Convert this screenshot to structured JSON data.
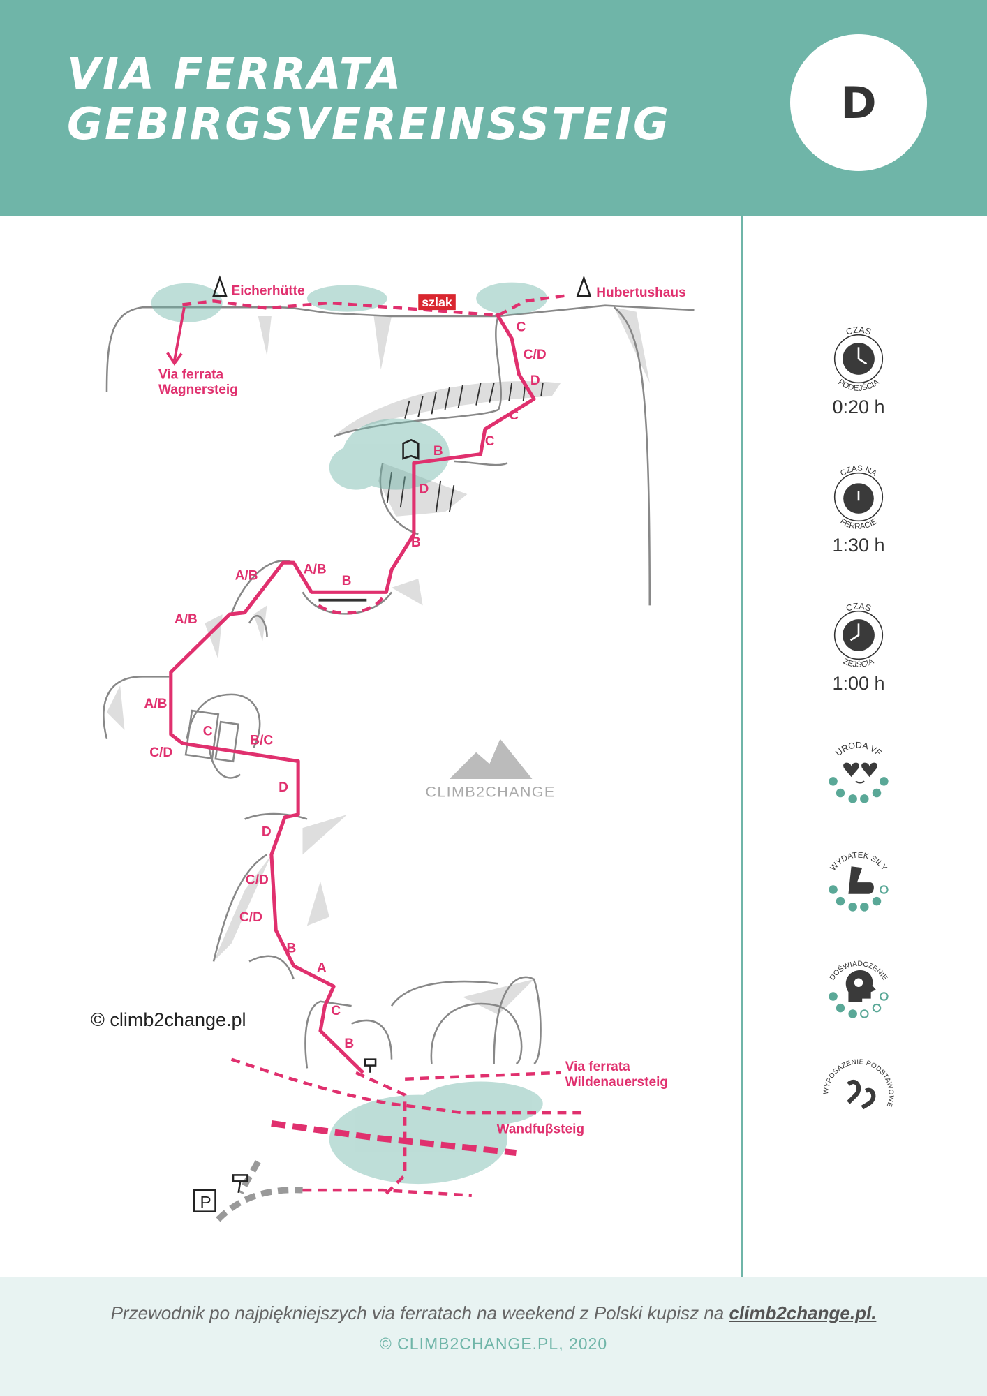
{
  "header": {
    "title_line1": "VIA FERRATA",
    "title_line2": "GEBIRGSVEREINSSTEIG",
    "grade": "D"
  },
  "colors": {
    "accent": "#6fb5a8",
    "route": "#e0306e",
    "rock": "#dedede"
  },
  "sidebar": {
    "approach": {
      "icon_text": [
        "CZAS",
        "PODEJŚCIA"
      ],
      "value": "0:20 h"
    },
    "ferrata": {
      "icon_text": [
        "CZAS NA",
        "FERRACIE"
      ],
      "value": "1:30 h"
    },
    "descent": {
      "icon_text": [
        "CZAS",
        "ZEJŚCIA"
      ],
      "value": "1:00 h"
    },
    "beauty": {
      "icon_text": "URODA VF",
      "rating": 6,
      "max": 6
    },
    "effort": {
      "icon_text": "WYDATEK SIŁY",
      "rating": 5,
      "max": 6
    },
    "experience": {
      "icon_text": "DOŚWIADCZENIE",
      "rating": 3,
      "max": 6
    },
    "equipment": {
      "icon_text": "WYPOSAŻENIE PODSTAWOWE"
    }
  },
  "map": {
    "eicherhutte": "Eicherhütte",
    "hubertushaus": "Hubertushaus",
    "szlak": "szlak",
    "wagner1": "Via ferrata",
    "wagner2": "Wagnersteig",
    "wilden1": "Via ferrata",
    "wilden2": "Wildenauersteig",
    "wandfuss": "Wandfuβsteig",
    "parking": "P",
    "logo": "CLIMB2CHANGE",
    "grades": [
      "C",
      "C/D",
      "D",
      "C",
      "C",
      "B",
      "D",
      "B",
      "A/B",
      "A/B",
      "B",
      "A/B",
      "A/B",
      "C/D",
      "C",
      "B/C",
      "D",
      "D",
      "C/D",
      "C/D",
      "B",
      "A",
      "C",
      "B"
    ]
  },
  "copyright_map": "© climb2change.pl",
  "footer": {
    "text": "Przewodnik po najpiękniejszych via ferratach na weekend z Polski kupisz na ",
    "link": "climb2change.pl. ",
    "copyright": "© CLIMB2CHANGE.PL, 2020"
  }
}
